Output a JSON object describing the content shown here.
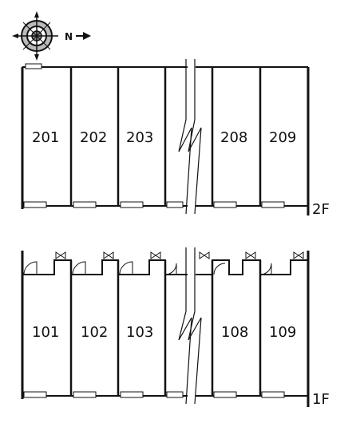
{
  "compass": {
    "north_label": "N",
    "icon": "compass-rose-icon"
  },
  "floors": [
    {
      "label": "2F",
      "units": [
        "201",
        "202",
        "203",
        "208",
        "209"
      ]
    },
    {
      "label": "1F",
      "units": [
        "101",
        "102",
        "103",
        "108",
        "109"
      ]
    }
  ],
  "colors": {
    "line": "#111111",
    "background": "#ffffff"
  }
}
